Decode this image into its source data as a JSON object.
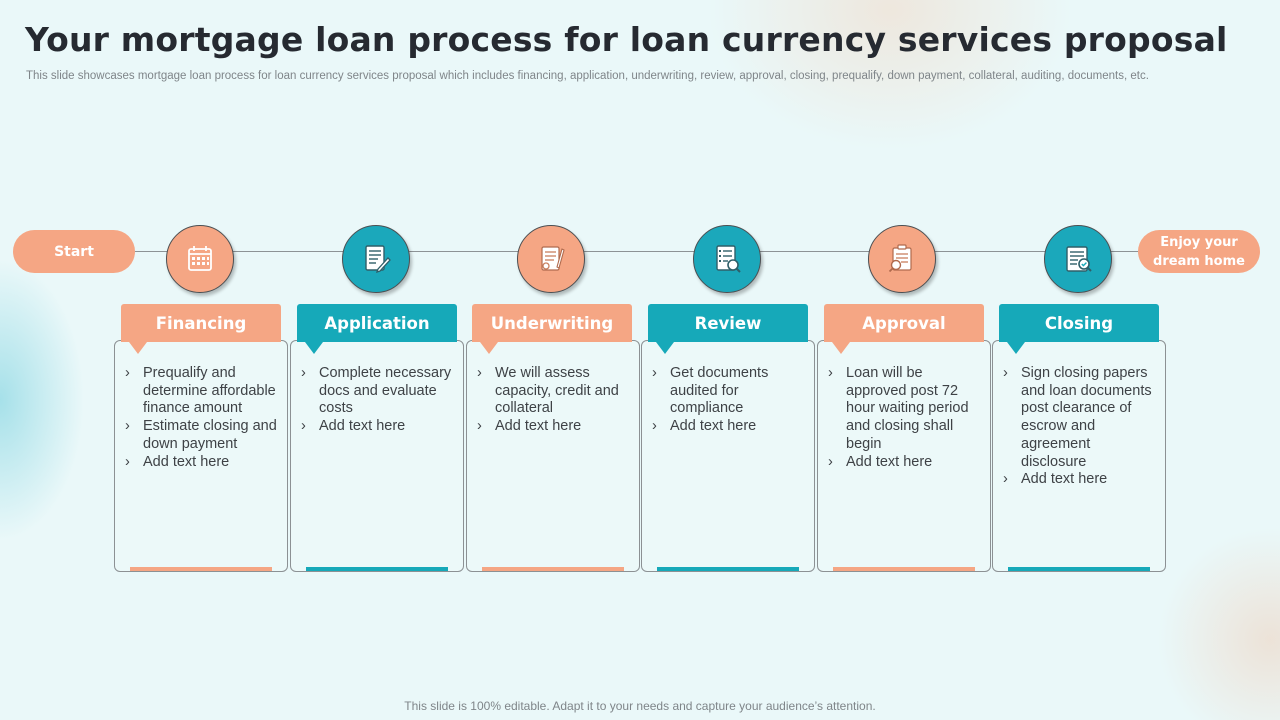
{
  "title": "Your mortgage loan process for loan currency services proposal",
  "subtitle": "This slide showcases mortgage loan process for loan currency services proposal which includes financing, application, underwriting, review, approval, closing, prequalify, down payment, collateral, auditing, documents, etc.",
  "footer": "This slide is 100% editable. Adapt it to your needs and capture your audience’s attention.",
  "start_label": "Start",
  "end_label": "Enjoy your dream home",
  "colors": {
    "orange": "#f5a684",
    "teal": "#16a9b9",
    "text": "#262a31"
  },
  "stages": [
    {
      "name": "Financing",
      "color": "orange",
      "icon": "calendar-icon",
      "bullets": [
        "Prequalify and determine affordable finance amount",
        "Estimate closing and down payment",
        "Add text here"
      ]
    },
    {
      "name": "Application",
      "color": "teal",
      "icon": "form-pen-icon",
      "bullets": [
        "Complete necessary docs and evaluate costs",
        "Add text here"
      ]
    },
    {
      "name": "Underwriting",
      "color": "orange",
      "icon": "document-pen-icon",
      "bullets": [
        "We will assess capacity, credit and collateral",
        "Add text here"
      ]
    },
    {
      "name": "Review",
      "color": "teal",
      "icon": "checklist-search-icon",
      "bullets": [
        "Get documents audited for compliance",
        "Add text here"
      ]
    },
    {
      "name": "Approval",
      "color": "orange",
      "icon": "clipboard-search-icon",
      "bullets": [
        "Loan will be approved post 72 hour waiting period and closing shall begin",
        "Add text here"
      ]
    },
    {
      "name": "Closing",
      "color": "teal",
      "icon": "report-search-icon",
      "bullets": [
        "Sign closing papers and loan documents post clearance of escrow and agreement disclosure",
        "Add text here"
      ]
    }
  ]
}
